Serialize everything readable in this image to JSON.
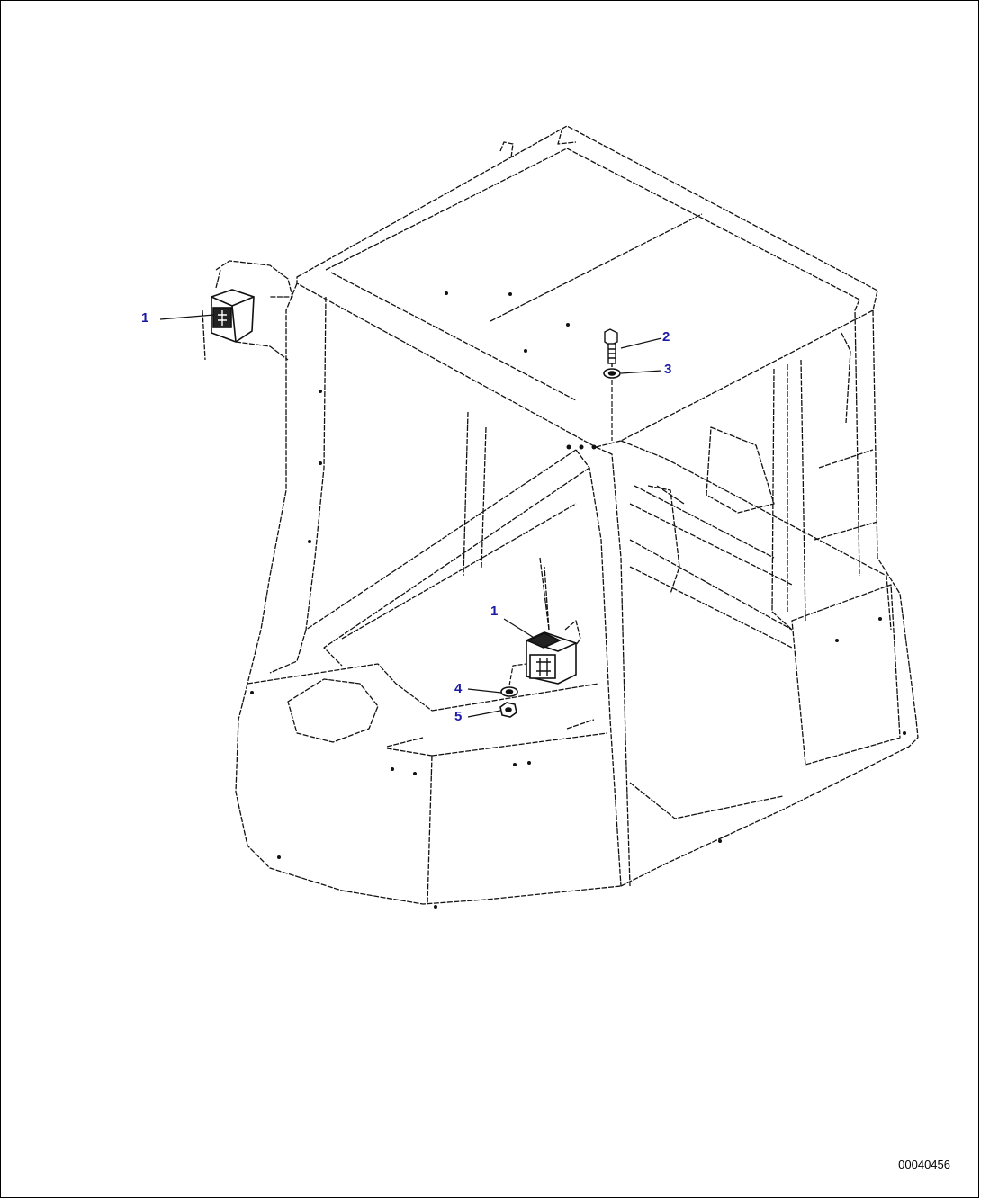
{
  "callouts": {
    "c1_left": "1",
    "c2": "2",
    "c3": "3",
    "c1_center": "1",
    "c4": "4",
    "c5": "5"
  },
  "drawing_number": "00040456",
  "colors": {
    "line": "#111111",
    "callout": "#1a1aa6"
  }
}
